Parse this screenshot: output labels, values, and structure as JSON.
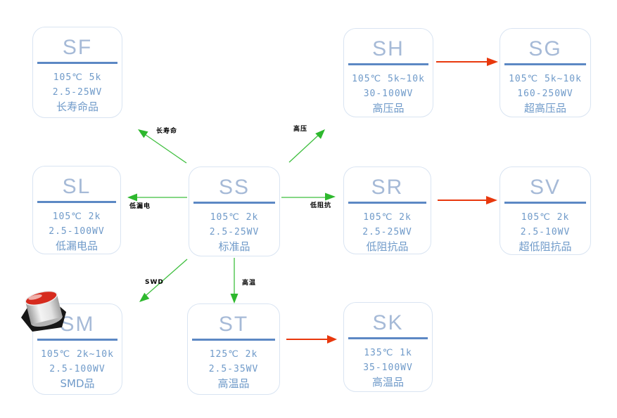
{
  "diagram": {
    "nodes": {
      "SF": {
        "title": "SF",
        "temp_life": "105℃ 5k",
        "voltage": "2.5-25WV",
        "category": "长寿命品"
      },
      "SH": {
        "title": "SH",
        "temp_life": "105℃ 5k~10k",
        "voltage": "30-100WV",
        "category": "高压品"
      },
      "SG": {
        "title": "SG",
        "temp_life": "105℃ 5k~10k",
        "voltage": "160-250WV",
        "category": "超高压品"
      },
      "SL": {
        "title": "SL",
        "temp_life": "105℃ 2k",
        "voltage": "2.5-100WV",
        "category": "低漏电品"
      },
      "SS": {
        "title": "SS",
        "temp_life": "105℃ 2k",
        "voltage": "2.5-25WV",
        "category": "标准品"
      },
      "SR": {
        "title": "SR",
        "temp_life": "105℃ 2k",
        "voltage": "2.5-25WV",
        "category": "低阻抗品"
      },
      "SV": {
        "title": "SV",
        "temp_life": "105℃ 2k",
        "voltage": "2.5-10WV",
        "category": "超低阻抗品"
      },
      "SM": {
        "title": "SM",
        "temp_life": "105℃ 2k~10k",
        "voltage": "2.5-100WV",
        "category": "SMD品"
      },
      "ST": {
        "title": "ST",
        "temp_life": "125℃ 2k",
        "voltage": "2.5-35WV",
        "category": "高温品"
      },
      "SK": {
        "title": "SK",
        "temp_life": "135℃ 1k",
        "voltage": "35-100WV",
        "category": "高温品"
      }
    },
    "arrows": [
      {
        "from": "SS",
        "to": "SF",
        "label": "长寿命",
        "color": "green"
      },
      {
        "from": "SS",
        "to": "SH",
        "label": "高压",
        "color": "green"
      },
      {
        "from": "SS",
        "to": "SL",
        "label": "低漏电",
        "color": "green"
      },
      {
        "from": "SS",
        "to": "SR",
        "label": "低阻抗",
        "color": "green"
      },
      {
        "from": "SS",
        "to": "SM",
        "label": "SWD",
        "color": "green"
      },
      {
        "from": "SS",
        "to": "ST",
        "label": "高温",
        "color": "green"
      },
      {
        "from": "SH",
        "to": "SG",
        "label": "",
        "color": "red"
      },
      {
        "from": "SR",
        "to": "SV",
        "label": "",
        "color": "red"
      },
      {
        "from": "ST",
        "to": "SK",
        "label": "",
        "color": "red"
      }
    ],
    "icons": {
      "sm_box_icon": "smd-capacitor-icon"
    },
    "colors": {
      "green_arrow_line": "#3fbf3f",
      "green_arrow_head": "#2db82d",
      "red_arrow": "#e8380d",
      "box_border": "#d9e4f2",
      "title_text": "#a6bad7",
      "title_underline": "#5c88c4",
      "body_text": "#6f9ac9",
      "label_text": "#000000",
      "background": "#ffffff"
    }
  }
}
